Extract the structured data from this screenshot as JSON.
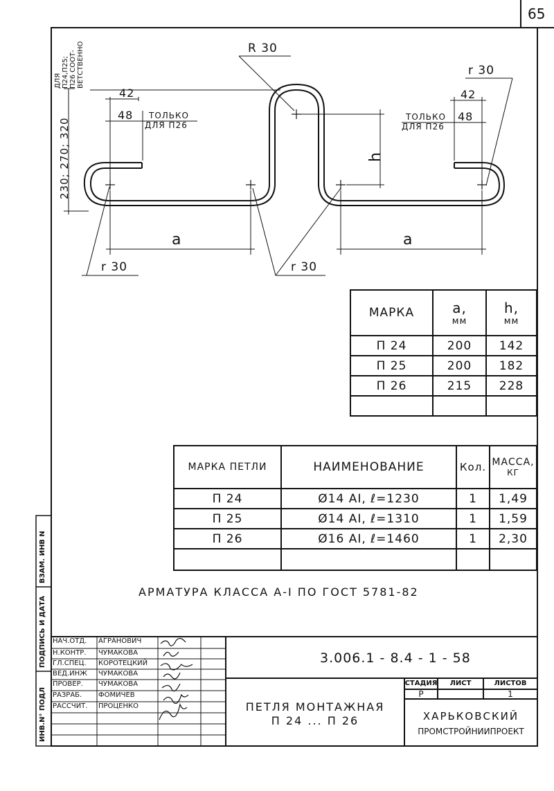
{
  "page_number": "65",
  "drawing": {
    "r_top": "R 30",
    "r_right": "r 30",
    "r_bottom_left": "r 30",
    "r_bottom_mid": "r 30",
    "note_left_side": [
      "ДЛЯ",
      "П24,П25;",
      "П26 СООТ-",
      "ВЕТСТВЕННО"
    ],
    "height_dims": "230; 270; 320",
    "dim_42_left": "42",
    "dim_48_left": "48",
    "only_left_1": "ТОЛЬКО",
    "only_left_2": "ДЛЯ П26",
    "dim_42_right": "42",
    "dim_48_right": "48",
    "only_right_1": "ТОЛЬКО",
    "only_right_2": "ДЛЯ П26",
    "dim_h": "h",
    "dim_a_left": "a",
    "dim_a_right": "a"
  },
  "table1": {
    "headers": {
      "mark": "МАРКА",
      "a": "a,",
      "a_unit": "мм",
      "h": "h,",
      "h_unit": "мм"
    },
    "rows": [
      {
        "mark": "П 24",
        "a": "200",
        "h": "142"
      },
      {
        "mark": "П 25",
        "a": "200",
        "h": "182"
      },
      {
        "mark": "П 26",
        "a": "215",
        "h": "228"
      },
      {
        "mark": "",
        "a": "",
        "h": ""
      }
    ]
  },
  "table2": {
    "headers": {
      "mark": "МАРКА ПЕТЛИ",
      "name": "НАИМЕНОВАНИЕ",
      "qty": "Кол.",
      "mass": "МАССА,",
      "mass_unit": "КГ"
    },
    "rows": [
      {
        "mark": "П 24",
        "name": "Ø14 AI,  ℓ=1230",
        "qty": "1",
        "mass": "1,49"
      },
      {
        "mark": "П 25",
        "name": "Ø14 AI,  ℓ=1310",
        "qty": "1",
        "mass": "1,59"
      },
      {
        "mark": "П 26",
        "name": "Ø16 AI,  ℓ=1460",
        "qty": "1",
        "mass": "2,30"
      },
      {
        "mark": "",
        "name": "",
        "qty": "",
        "mass": ""
      }
    ]
  },
  "note": "АРМАТУРА  КЛАСCА  А-I  ПО ГОСТ  5781-82",
  "side_stamp": {
    "inv_sub": "ИНВ.N° ПОДЛ",
    "sign_date": "ПОДПИСЬ И ДАТА",
    "inv_repl": "ВЗАМ. ИНВ N"
  },
  "title_block": {
    "roles": [
      {
        "role": "НАЧ.ОТД.",
        "name": "АГРАНОВИЧ"
      },
      {
        "role": "Н.КОНТР.",
        "name": "ЧУМАКОВА"
      },
      {
        "role": "ГЛ.СПЕЦ.",
        "name": "КОРОТЕЦКИЙ"
      },
      {
        "role": "ВЕД.ИНЖ",
        "name": "ЧУМАКОВА"
      },
      {
        "role": "ПРОВЕР.",
        "name": "ЧУМАКОВА"
      },
      {
        "role": "РАЗРАБ.",
        "name": "ФОМИЧЕВ"
      },
      {
        "role": "РАССЧИТ.",
        "name": "ПРОЦЕНКО"
      }
    ],
    "doc_code": "3.006.1 - 8.4 - 1 - 58",
    "title_line1": "ПЕТЛЯ  МОНТАЖНАЯ",
    "title_line2": "П 24 ... П 26",
    "stage_label": "СТАДИЯ",
    "sheet_label": "ЛИСТ",
    "sheets_label": "ЛИСТОВ",
    "stage": "Р",
    "sheet": "",
    "sheets": "1",
    "org_line1": "ХАРЬКОВСКИЙ",
    "org_line2": "ПРОМСТРОЙНИИПРОЕКТ"
  }
}
